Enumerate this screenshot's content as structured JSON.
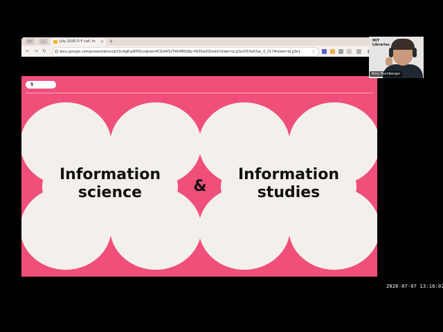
{
  "browser": {
    "tab": {
      "title": "July 2026 D-F call: Intro to I..."
    },
    "tab_close": "×",
    "new_tab": "+",
    "nav": {
      "back": "←",
      "forward": "→",
      "reload": "↻"
    },
    "url": "docs.google.com/presentation/d/1Sv4gEvjWPJ5cxqhwm4CEd4OUT4KIMRQ8p-PR35wDQ/edit?slide=id.g3e1053e63ac_0_217#slide=id.g3e1053e63ac...",
    "star": "☆"
  },
  "slide": {
    "number": "5",
    "left_line1": "Information",
    "left_line2": "science",
    "ampersand": "&",
    "right_line1": "Information",
    "right_line2": "studies",
    "colors": {
      "background": "#f04f7a",
      "shape": "#f3f0ec",
      "text": "#111111"
    }
  },
  "video": {
    "logo_line1": "MIT",
    "logo_line2": "Libraries",
    "participant_name": "Amy Nurnberger"
  },
  "timestamp": "2026-07-07 13:16:02"
}
